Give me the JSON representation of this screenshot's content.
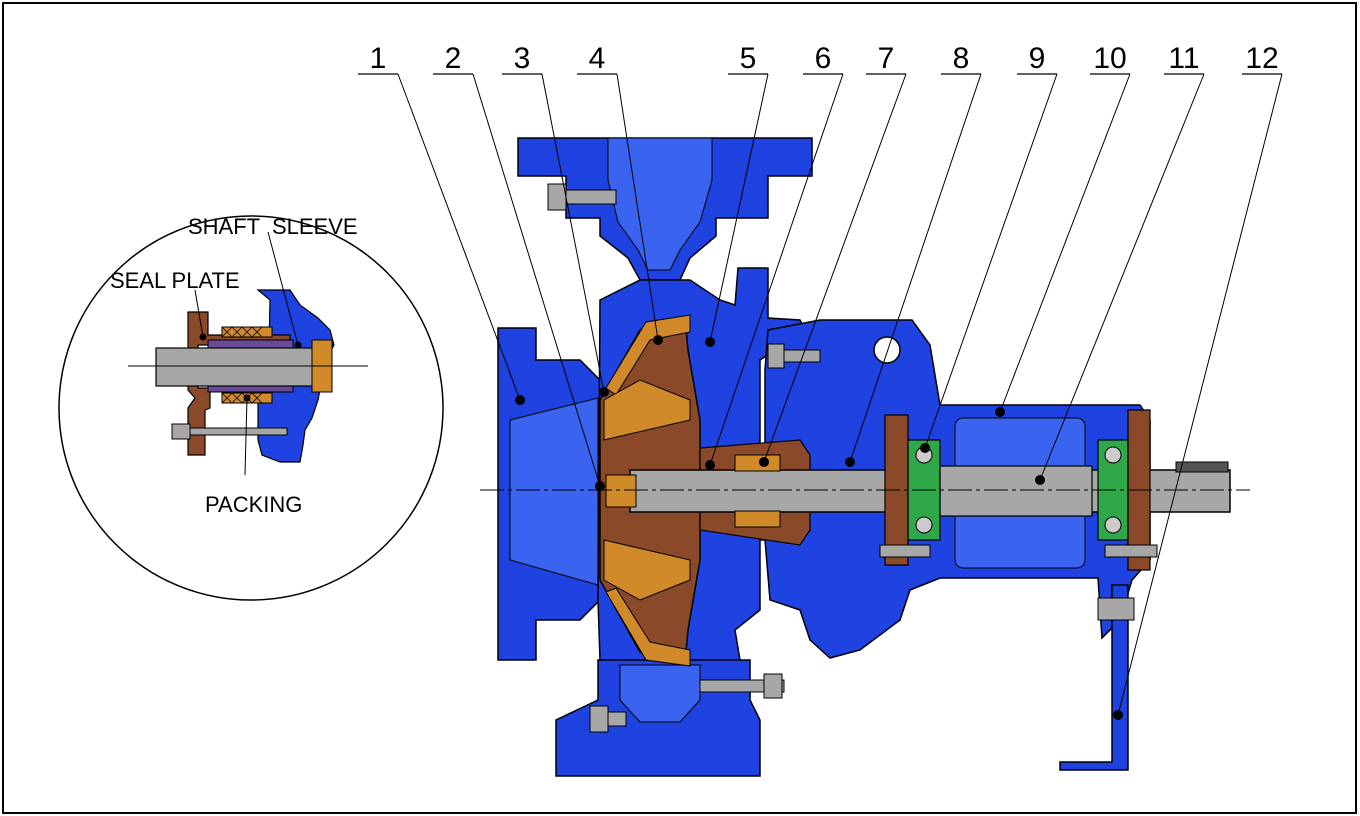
{
  "callouts": [
    "1",
    "2",
    "3",
    "4",
    "5",
    "6",
    "7",
    "8",
    "9",
    "10",
    "11",
    "12"
  ],
  "detail": {
    "shaft_sleeve_label": "SHAFT  SLEEVE",
    "seal_plate_label": "SEAL PLATE",
    "packing_label": "PACKING"
  },
  "colors": {
    "casing": "#1f43e0",
    "casing_light": "#3a64f0",
    "impeller": "#8a4a2a",
    "wear_ring": "#d08a2a",
    "shaft": "#a7a7a7",
    "bearing": "#2fa84a",
    "outline": "#000000"
  }
}
